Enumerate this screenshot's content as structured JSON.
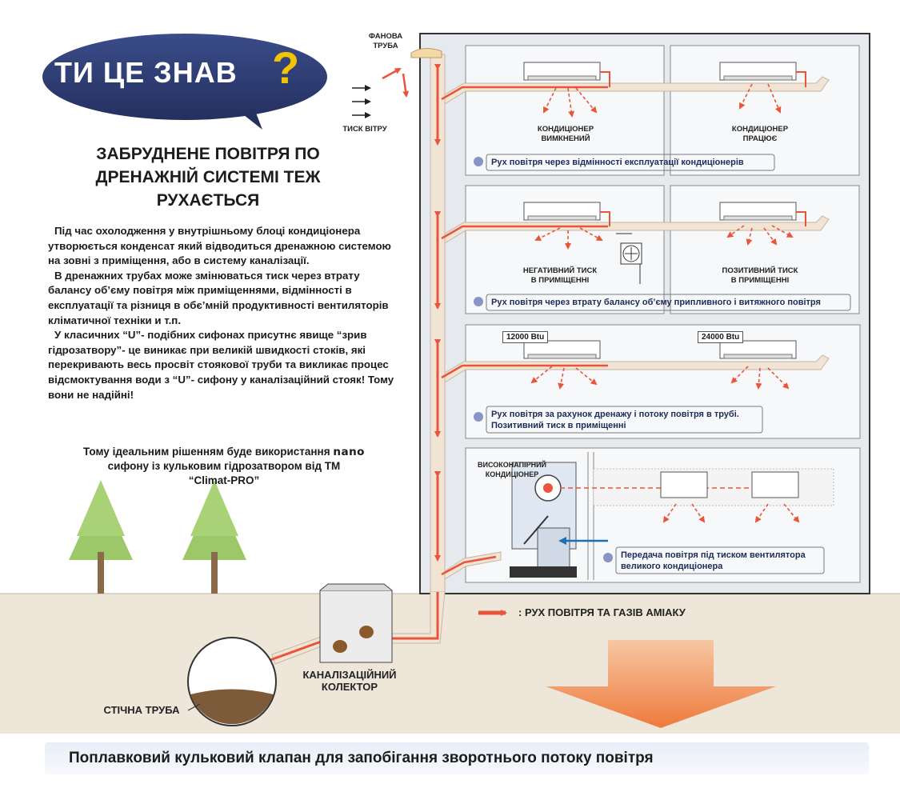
{
  "bubble": {
    "title": "ТИ ЦЕ ЗНАВ",
    "question_mark": "?"
  },
  "headline": [
    "ЗАБРУДНЕНЕ ПОВІТРЯ ПО",
    "ДРЕНАЖНІЙ СИСТЕМІ ТЕЖ",
    "РУХАЄТЬСЯ"
  ],
  "body": [
    "Під час охолодження у внутрішньому блоці кондиціонера утворюється конденсат який відводиться дренажною системою на зовні з приміщення, або в систему каналізації.",
    "В дренажних трубах може змінюваться тиск через втрату балансу об’єму повітря між приміщеннями, відмінності в експлуатації та різниця в обє’мній продуктивності вентиляторів кліматичної техніки и т.п.",
    "У класичних “U”- подібних сифонах присутнє явище “зрив гідрозатвору”- це виникає при великій швидкості стоків, які перекривають весь просвіт стоякової труби та викликає процес  відсмоктування води з “U”- сифону у каналізаційний стояк! Тому вони не надійні!"
  ],
  "conclusion": {
    "before": "Тому ідеальним рішенням буде використання ",
    "brand": "nano",
    "after_line2": "сифону із кульковим гідрозатвором від ТМ",
    "line3": "“Climat-PRO”"
  },
  "labels": {
    "fan_pipe": [
      "ФАНОВА",
      "ТРУБА"
    ],
    "wind_pressure": "ТИСК ВІТРУ",
    "ac_off": [
      "КОНДИЦІОНЕР",
      "ВИМКНЕНИЙ"
    ],
    "ac_on": [
      "КОНДИЦІОНЕР",
      "ПРАЦЮЄ"
    ],
    "negative_pressure": [
      "НЕГАТИВНИЙ ТИСК",
      "В ПРИМІЩЕННІ"
    ],
    "positive_pressure": [
      "ПОЗИТИВНИЙ ТИСК",
      "В ПРИМІЩЕННІ"
    ],
    "btu_small": "12000 Btu",
    "btu_large": "24000 Btu",
    "high_capacity_ac": [
      "ВИСОКОНАПІРНИЙ",
      "КОНДИЦІОНЕР"
    ],
    "sewer_collector": [
      "КАНАЛІЗАЦІЙНИЙ",
      "КОЛЕКТОР"
    ],
    "sewer_pipe": "СТІЧНА ТРУБА"
  },
  "notes": [
    [
      "Рух повітря через відмінності експлуатації кондиціонерів"
    ],
    [
      "Рух повітря через втрату балансу об’єму припливного і витяжного повітря"
    ],
    [
      "Рух повітря за рахунок дренажу і потоку повітря в трубі.",
      "Позитивний тиск в приміщенні"
    ],
    [
      "Передача повітря під тиском вентилятора",
      "великого кондиціонера"
    ]
  ],
  "legend": ": РУХ ПОВІТРЯ ТА ГАЗІВ АМІАКУ",
  "footer": "Поплавковий кульковий клапан для запобігання зворотнього потоку повітря",
  "colors": {
    "bubble": "#2f3f78",
    "question": "#f5c400",
    "airflow": "#e8553a",
    "pipe": "#f1e4d4",
    "ground": "#efe6da",
    "building": "#e9ecef",
    "tree": "#9cc86a",
    "big_arrow": "#f08a4b"
  }
}
